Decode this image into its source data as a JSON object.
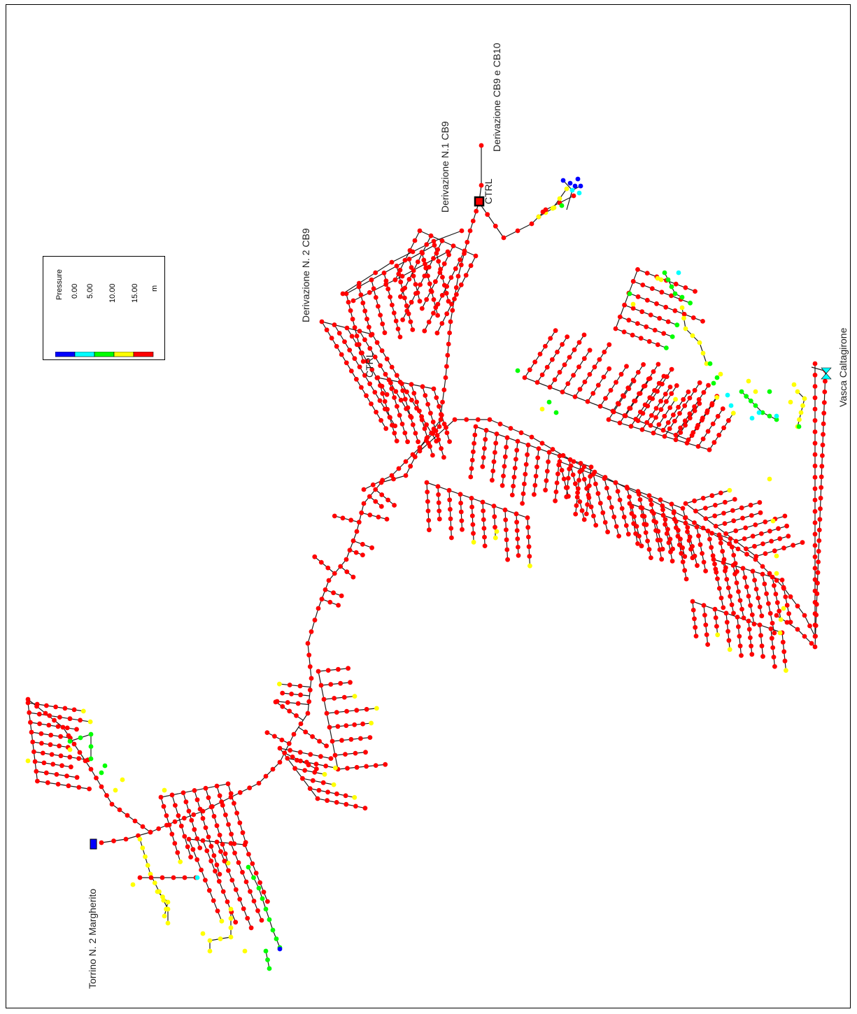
{
  "labels": {
    "derivazione_cb9_cb10": "Derivazione CB9 e CB10",
    "derivazione_n1": "Derivazione N.1 CB9",
    "derivazione_n2": "Derivazione N. 2 CB9",
    "vasca": "Vasca Caltagirone",
    "torrino": "Torrino N. 2 Margherito",
    "ctrl1": "CTRL",
    "ctrl2": "CTRL"
  },
  "legend": {
    "title": "Pressure",
    "unit": "m",
    "breaks": [
      "0.00",
      "5.00",
      "10.00",
      "15.00"
    ],
    "colors": [
      "#0000ff",
      "#00ffff",
      "#00ff00",
      "#ffff00",
      "#ff0000"
    ]
  },
  "colors": {
    "pipe": "#1a1a1a",
    "node_high": "#ff0000"
  }
}
